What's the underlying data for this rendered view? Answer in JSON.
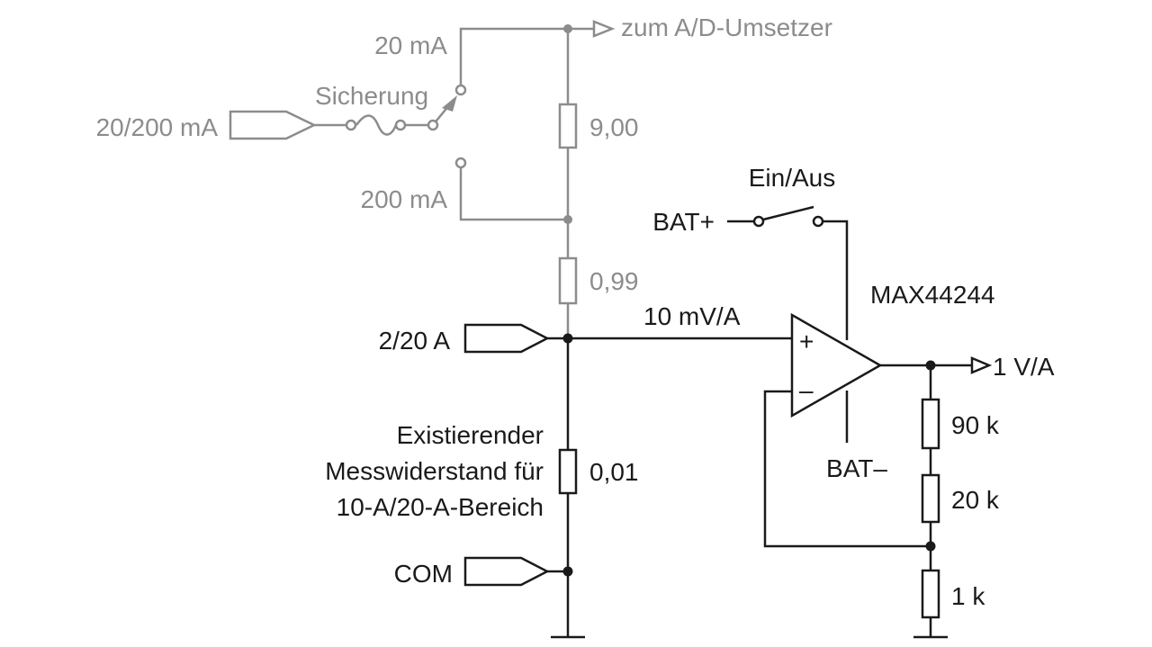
{
  "colors": {
    "active": "#1a1a1a",
    "inactive": "#8c8c8c"
  },
  "labels": {
    "adc_output": "zum A/D-Umsetzer",
    "range_20ma": "20 mA",
    "fuse": "Sicherung",
    "input_20_200ma": "20/200 mA",
    "r_9_00": "9,00",
    "range_200ma": "200 mA",
    "r_0_99": "0,99",
    "switch_label": "Ein/Aus",
    "bat_plus": "BAT+",
    "opamp_name": "MAX44244",
    "sense_voltage": "10 mV/A",
    "input_2_20a": "2/20 A",
    "opamp_plus": "+",
    "opamp_minus": "–",
    "output_1va": "1 V/A",
    "r_90k": "90 k",
    "existing_line1": "Existierender",
    "existing_line2": "Messwiderstand für",
    "existing_line3": "10-A/20-A-Bereich",
    "r_0_01": "0,01",
    "bat_minus": "BAT–",
    "r_20k": "20 k",
    "com": "COM",
    "r_1k": "1 k"
  }
}
